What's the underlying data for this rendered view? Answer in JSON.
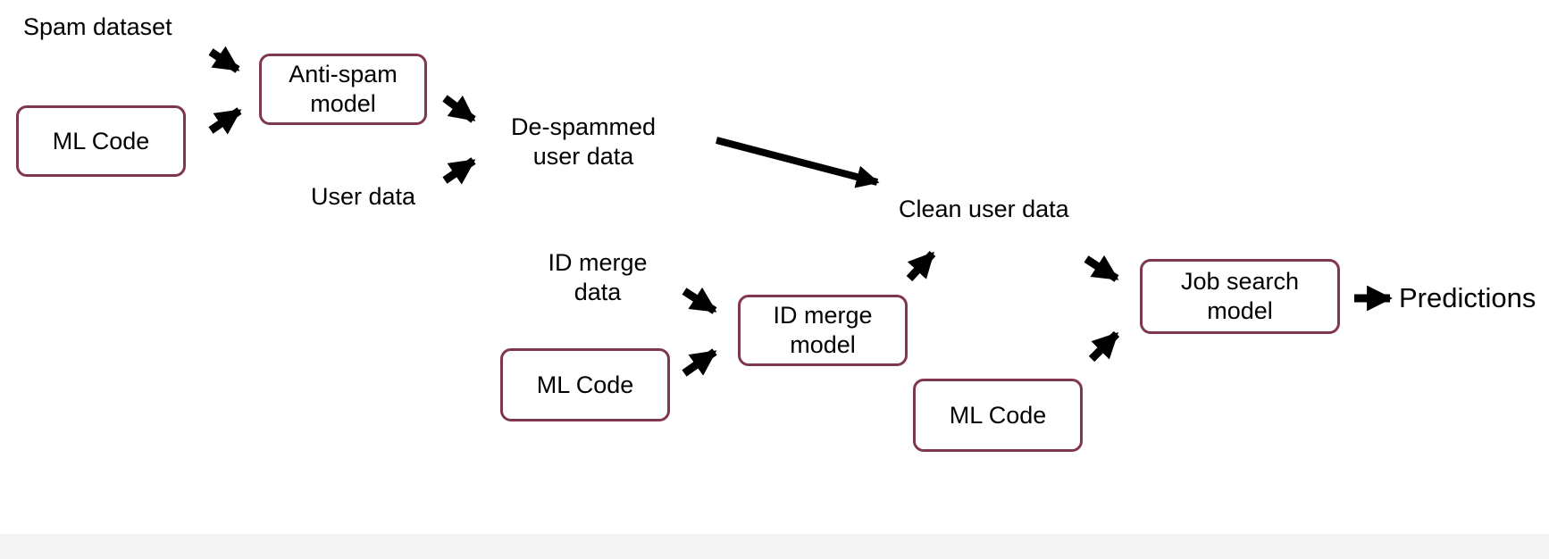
{
  "colors": {
    "box_border": "#7f3650",
    "arrow": "#000000",
    "text": "#000000",
    "bottom_band": "#f4f4f4"
  },
  "diagram": {
    "boxes": {
      "anti_spam_model": "Anti-spam\nmodel",
      "ml_code_1": "ML Code",
      "id_merge_model": "ID merge\nmodel",
      "ml_code_2": "ML Code",
      "ml_code_3": "ML Code",
      "job_search_model": "Job search\nmodel"
    },
    "labels": {
      "spam_dataset": "Spam dataset",
      "user_data": "User data",
      "despammed_user_data": "De-spammed\nuser data",
      "clean_user_data": "Clean user data",
      "id_merge_data": "ID merge\ndata",
      "predictions": "Predictions"
    },
    "edges": [
      {
        "from": "spam_dataset",
        "to": "anti_spam_model"
      },
      {
        "from": "ml_code_1",
        "to": "anti_spam_model"
      },
      {
        "from": "anti_spam_model",
        "to": "despammed_user_data"
      },
      {
        "from": "user_data",
        "to": "despammed_user_data"
      },
      {
        "from": "despammed_user_data",
        "to": "clean_user_data"
      },
      {
        "from": "id_merge_data",
        "to": "id_merge_model"
      },
      {
        "from": "ml_code_2",
        "to": "id_merge_model"
      },
      {
        "from": "id_merge_model",
        "to": "clean_user_data"
      },
      {
        "from": "clean_user_data",
        "to": "job_search_model"
      },
      {
        "from": "ml_code_3",
        "to": "job_search_model"
      },
      {
        "from": "job_search_model",
        "to": "predictions"
      }
    ]
  }
}
